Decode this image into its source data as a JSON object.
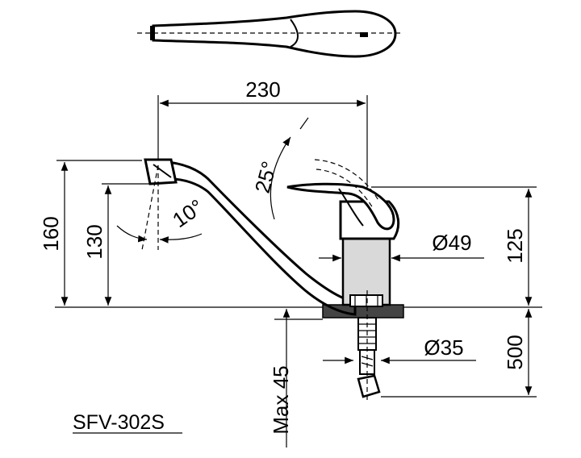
{
  "diagram": {
    "model": "SFV-302S",
    "dimensions": {
      "spout_reach": "230",
      "total_height": "160",
      "spout_height": "130",
      "spout_angle": "10°",
      "lever_angle": "25°",
      "body_diameter": "Ø49",
      "body_height": "125",
      "shank_diameter": "Ø35",
      "hose_length": "500",
      "max_thickness": "Max 45"
    }
  }
}
